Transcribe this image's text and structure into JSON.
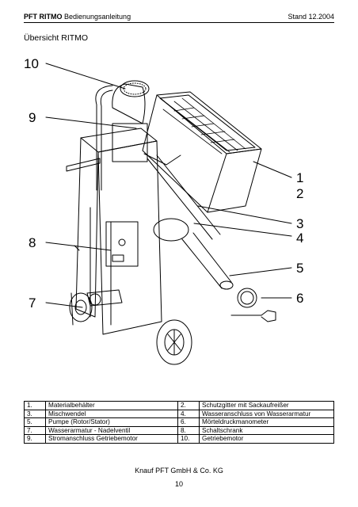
{
  "header": {
    "doc_bold": "PFT RITMO",
    "doc_rest": " Bedienungsanleitung",
    "date": "Stand 12.2004"
  },
  "section_title": "Übersicht RITMO",
  "callouts": [
    "10",
    "9",
    "8",
    "7",
    "1",
    "2",
    "3",
    "4",
    "5",
    "6"
  ],
  "legend": [
    [
      {
        "num": "1.",
        "text": "Materialbehälter"
      },
      {
        "num": "2.",
        "text": "Schutzgitter mit Sackaufreißer"
      }
    ],
    [
      {
        "num": "3.",
        "text": "Mischwendel"
      },
      {
        "num": "4.",
        "text": "Wasseranschluss von Wasserarmatur"
      }
    ],
    [
      {
        "num": "5.",
        "text": "Pumpe (Rotor/Stator)"
      },
      {
        "num": "6.",
        "text": "Mörteldruckmanometer"
      }
    ],
    [
      {
        "num": "7.",
        "text": "Wasserarmatur - Nadelventil"
      },
      {
        "num": "8.",
        "text": "Schaltschrank"
      }
    ],
    [
      {
        "num": "9.",
        "text": "Stromanschluss Getriebemotor"
      },
      {
        "num": "10.",
        "text": "Getriebemotor"
      }
    ]
  ],
  "footer": {
    "company": "Knauf PFT GmbH & Co. KG",
    "page": "10"
  }
}
